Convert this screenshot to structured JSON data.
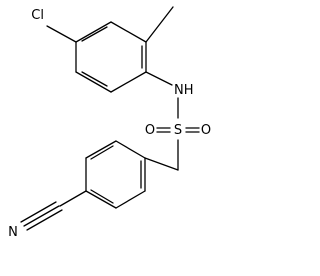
{
  "molecule": {
    "atoms": {
      "cl": "Cl",
      "nh": "NH",
      "s": "S",
      "o_left": "O",
      "o_right": "O",
      "n": "N"
    }
  }
}
